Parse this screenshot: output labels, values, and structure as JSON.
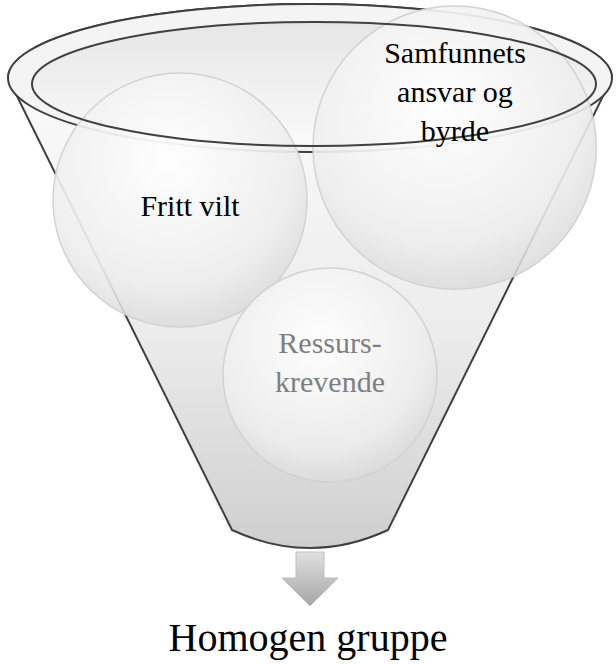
{
  "diagram": {
    "nodes": [
      {
        "text": [
          "Fritt vilt"
        ]
      },
      {
        "text": [
          "Samfunnets ansvar og byrde"
        ]
      },
      {
        "text": [
          "Ressurs- krevende"
        ]
      }
    ],
    "labels": [
      "Homogen gruppe"
    ]
  }
}
